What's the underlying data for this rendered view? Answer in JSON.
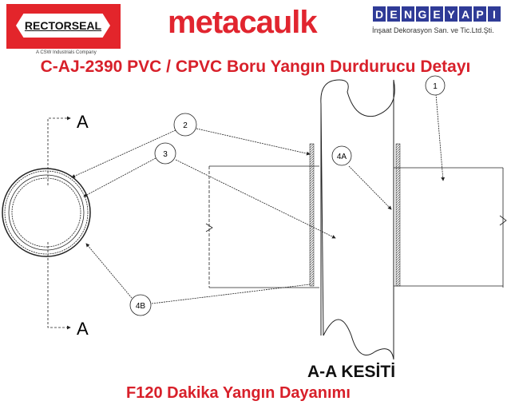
{
  "logos": {
    "rectorseal": {
      "name": "RECTORSEAL",
      "tagline": "A CSW Industrials Company"
    },
    "metacaulk": {
      "name": "metacaulk"
    },
    "dengeyapi": {
      "letters": [
        "D",
        "E",
        "N",
        "G",
        "E",
        "Y",
        "A",
        "P",
        "I"
      ],
      "tagline": "İnşaat Dekorasyon San. ve Tic.Ltd.Şti."
    }
  },
  "title": "C-AJ-2390 PVC / CPVC Boru Yangın Durdurucu Detayı",
  "diagram": {
    "section_marks": [
      "A",
      "A"
    ],
    "callouts": [
      "1",
      "2",
      "3",
      "4A",
      "4B"
    ],
    "section_label": "A-A KESİTİ"
  },
  "subtitle": "F120 Dakika Yangın Dayanımı",
  "colors": {
    "brand_red": "#d8202a",
    "denge_blue": "#2f3b97"
  }
}
